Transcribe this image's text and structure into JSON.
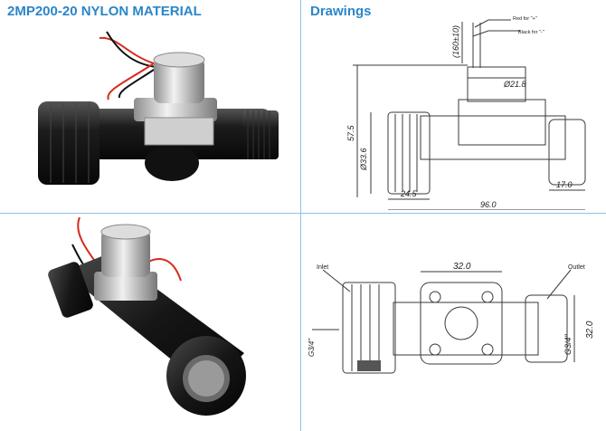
{
  "left_title": "2MP200-20 NYLON MATERIAL",
  "right_title": "Drawings",
  "top_drawing": {
    "red_label": "Red for \"+\"",
    "black_label": "Black for \"-\"",
    "wire_length": "(160±10)",
    "dia_coil": "Ø21.8",
    "height": "57.5",
    "dia_body": "Ø33.6",
    "left_len": "24.5",
    "total_len": "96.0",
    "right_len": "17.0"
  },
  "bottom_drawing": {
    "inlet": "Inlet",
    "outlet": "Outlet",
    "top_dim": "32.0",
    "right_dim": "32.0",
    "thread_left": "G3/4\"",
    "thread_right": "G3/4\""
  },
  "colors": {
    "title": "#2a86c8",
    "divider": "#8fc0e6",
    "line": "#3a3a3a"
  }
}
